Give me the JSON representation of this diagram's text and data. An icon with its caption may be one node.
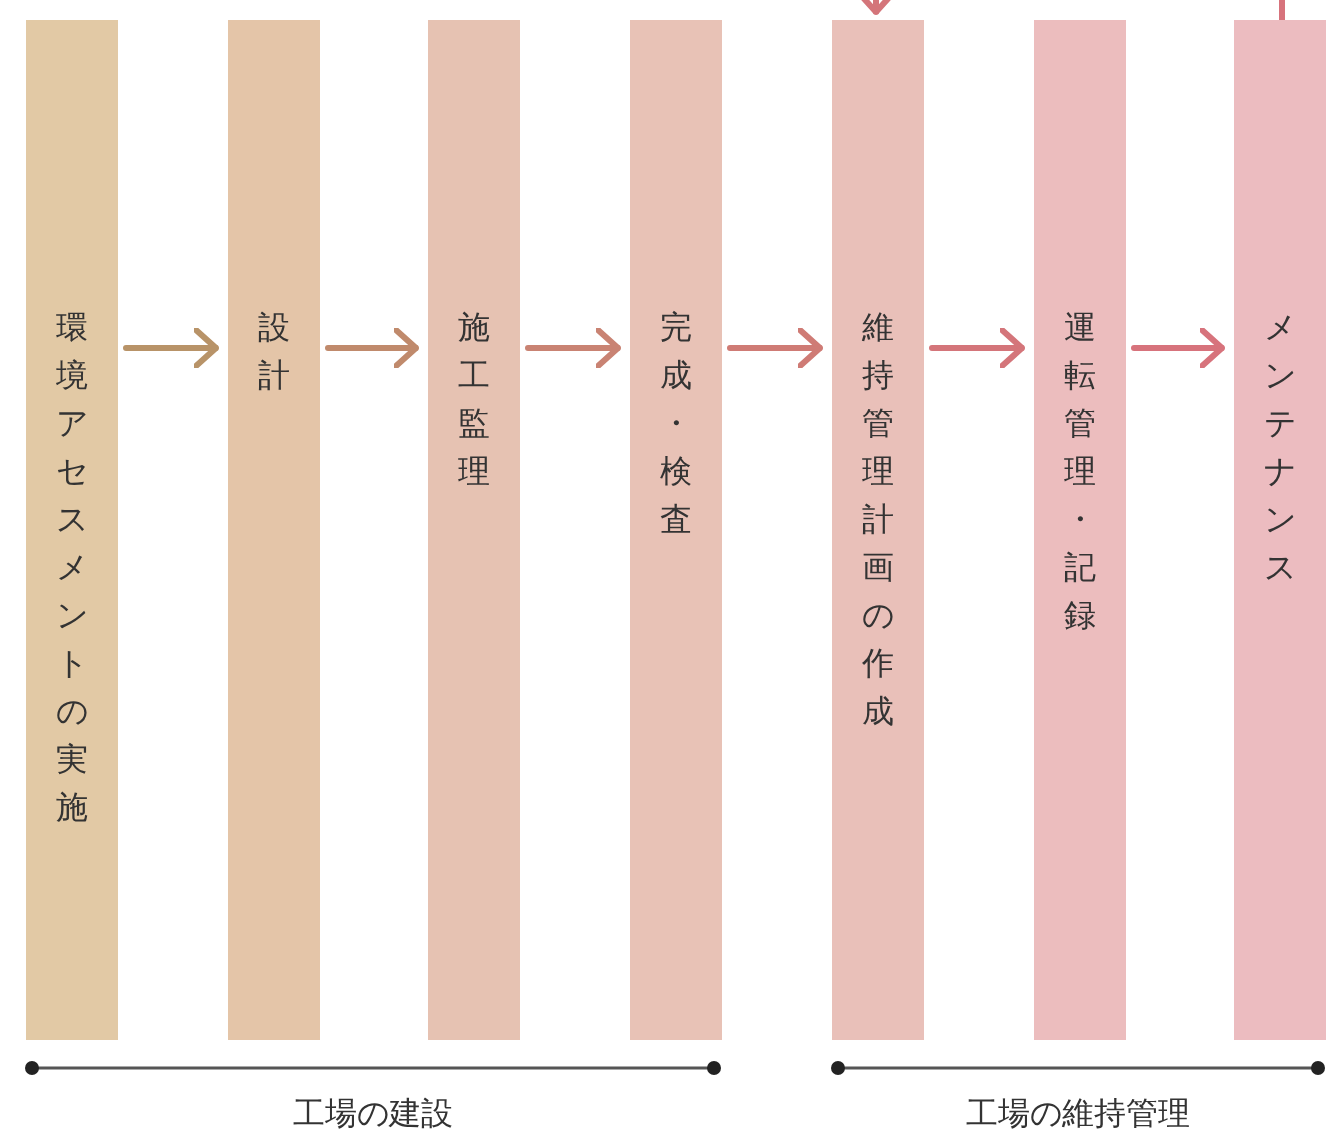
{
  "diagram": {
    "nodes": [
      {
        "text": [
          "環境アセスメントの実施"
        ]
      },
      {
        "text": [
          "設計"
        ]
      },
      {
        "text": [
          "施工監理"
        ]
      },
      {
        "text": [
          "完成・検査"
        ]
      },
      {
        "text": [
          "維持管理計画の作成"
        ]
      },
      {
        "text": [
          "運転管理・記録"
        ]
      },
      {
        "text": [
          "メンテナンス"
        ]
      }
    ],
    "edges": [
      {
        "from": 0,
        "to": 1,
        "arrow": "to",
        "color": "#b89368"
      },
      {
        "from": 1,
        "to": 2,
        "arrow": "to",
        "color": "#c08a6c"
      },
      {
        "from": 2,
        "to": 3,
        "arrow": "to",
        "color": "#c98373"
      },
      {
        "from": 3,
        "to": 4,
        "arrow": "to",
        "color": "#cf7b75"
      },
      {
        "from": 4,
        "to": 5,
        "arrow": "to",
        "color": "#d4757a"
      },
      {
        "from": 5,
        "to": 6,
        "arrow": "to",
        "color": "#d7737c"
      },
      {
        "from": null,
        "to": 4,
        "arrow": "to",
        "color": "#d4757a"
      },
      {
        "from": 6,
        "to": null,
        "arrow": "none",
        "color": "#d7737c"
      }
    ],
    "labels": [
      "工場の建設",
      "工場の維持管理"
    ]
  }
}
